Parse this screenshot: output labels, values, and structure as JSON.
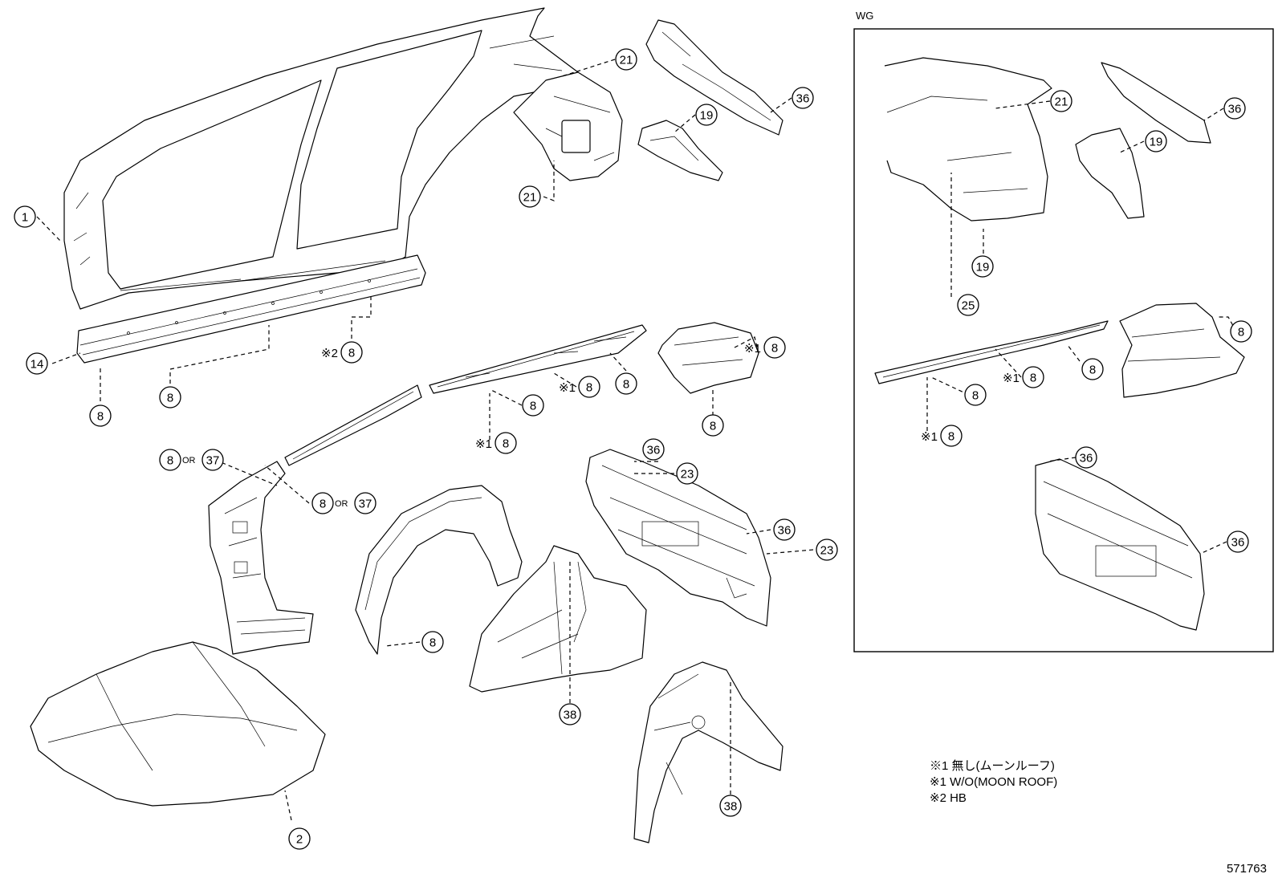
{
  "wg_label": "WG",
  "diagram_id": "571763",
  "notes": [
    "※1 無し(ムーンルーフ)",
    "※1 W/O(MOON ROOF)",
    "※2 HB"
  ],
  "or_text": "OR",
  "callouts": {
    "c1": {
      "num": "1"
    },
    "c2": {
      "num": "2"
    },
    "c8": {
      "num": "8"
    },
    "c14": {
      "num": "14"
    },
    "c19": {
      "num": "19"
    },
    "c21": {
      "num": "21"
    },
    "c23": {
      "num": "23"
    },
    "c25": {
      "num": "25"
    },
    "c36": {
      "num": "36"
    },
    "c37": {
      "num": "37"
    },
    "c38": {
      "num": "38"
    }
  },
  "prefixes": {
    "p1": "※1",
    "p2": "※2"
  }
}
